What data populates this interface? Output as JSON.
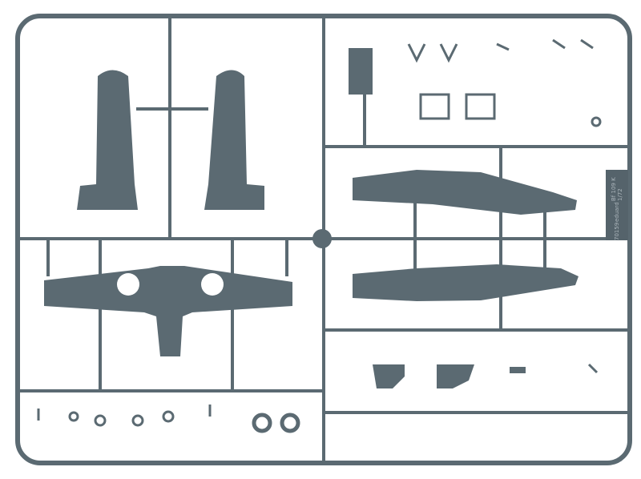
{
  "photo": {
    "subject": "plastic-model-sprue",
    "colors": {
      "plastic": "#5b6a72",
      "plastic_light": "#6f7e86",
      "plastic_dark": "#3e4a50",
      "background": "#ffffff"
    }
  },
  "sprue_tag": {
    "code": "70159",
    "brand": "eduard",
    "kit": "Bf 109 K 1/72"
  }
}
